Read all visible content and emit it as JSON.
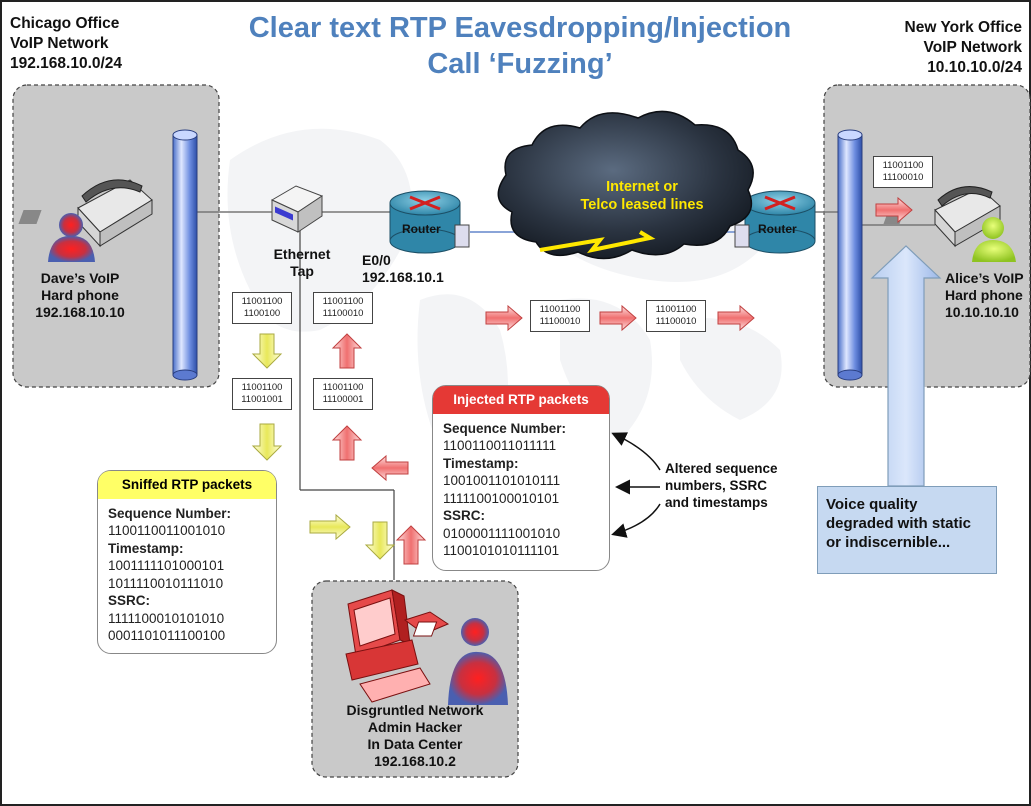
{
  "title": {
    "line1": "Clear text RTP Eavesdropping/Injection",
    "line2": "Call ‘Fuzzing’"
  },
  "chicago": {
    "line1": "Chicago Office",
    "line2": "VoIP Network",
    "line3": "192.168.10.0/24"
  },
  "newyork": {
    "line1": "New York Office",
    "line2": "VoIP Network",
    "line3": "10.10.10.0/24"
  },
  "dave": {
    "line1": "Dave’s VoIP",
    "line2": "Hard phone",
    "line3": "192.168.10.10"
  },
  "alice": {
    "line1": "Alice’s VoIP",
    "line2": "Hard phone",
    "line3": "10.10.10.10"
  },
  "tap": {
    "line1": "Ethernet",
    "line2": "Tap"
  },
  "router_left": {
    "label": "Router",
    "iface": "E0/0",
    "ip": "192.168.10.1"
  },
  "router_right": {
    "label": "Router"
  },
  "cloud": {
    "line1": "Internet or",
    "line2": "Telco leased lines"
  },
  "packets": {
    "p1": {
      "a": "11001100",
      "b": "1100100"
    },
    "p2": {
      "a": "11001100",
      "b": "11100010"
    },
    "p3": {
      "a": "11001100",
      "b": "11001001"
    },
    "p4": {
      "a": "11001100",
      "b": "11100001"
    },
    "p5": {
      "a": "11001100",
      "b": "11100010"
    },
    "p6": {
      "a": "11001100",
      "b": "11100010"
    },
    "p7": {
      "a": "11001100",
      "b": "11100010"
    }
  },
  "sniffed": {
    "header": "Sniffed RTP packets",
    "seq_label": "Sequence Number:",
    "seq": "1100110011001010",
    "ts_label": "Timestamp:",
    "ts1": "1001111101000101",
    "ts2": "1011110010111010",
    "ssrc_label": "SSRC:",
    "ssrc1": "1111100010101010",
    "ssrc2": "0001101011100100"
  },
  "injected": {
    "header": "Injected RTP packets",
    "seq_label": "Sequence Number:",
    "seq": "1100110011011111",
    "ts_label": "Timestamp:",
    "ts1": "1001001101010111",
    "ts2": "1111100100010101",
    "ssrc_label": "SSRC:",
    "ssrc1": "0100001111001010",
    "ssrc2": "1100101010111101"
  },
  "altered": {
    "line1": "Altered sequence",
    "line2": "numbers, SSRC",
    "line3": "and timestamps"
  },
  "hacker": {
    "line1": "Disgruntled Network",
    "line2": "Admin Hacker",
    "line3": "In Data Center",
    "line4": "192.168.10.2"
  },
  "voice_note": {
    "line1": "Voice quality",
    "line2": "degraded with static",
    "line3": "or indiscernible..."
  },
  "colors": {
    "title": "#4f81bd",
    "sniffed_header": "#ffff66",
    "injected_header": "#e53935",
    "note": "#c6d9f1"
  }
}
